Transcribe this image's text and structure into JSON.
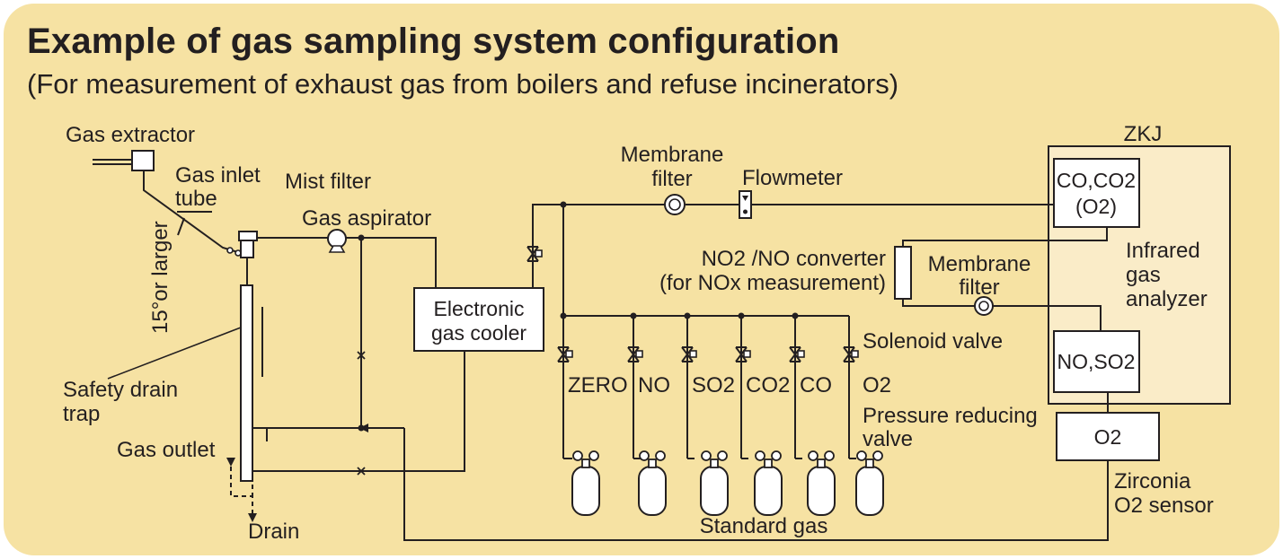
{
  "header": {
    "title": "Example of gas sampling system configuration",
    "subtitle": "(For measurement of exhaust gas from boilers and refuse incinerators)"
  },
  "labels": {
    "gas_extractor": "Gas extractor",
    "gas_inlet_tube_1": "Gas inlet",
    "gas_inlet_tube_2": "tube",
    "mist_filter": "Mist filter",
    "gas_aspirator": "Gas aspirator",
    "angle": "15°or larger",
    "safety_drain_trap_1": "Safety drain",
    "safety_drain_trap_2": "trap",
    "gas_outlet": "Gas outlet",
    "drain": "Drain",
    "electronic_gas_cooler_1": "Electronic",
    "electronic_gas_cooler_2": "gas cooler",
    "membrane_filter_top_1": "Membrane",
    "membrane_filter_top_2": "filter",
    "flowmeter": "Flowmeter",
    "converter_1": "NO2 /NO converter",
    "converter_2": "(for NOx measurement)",
    "membrane_filter_right_1": "Membrane",
    "membrane_filter_right_2": "filter",
    "solenoid_valve": "Solenoid valve",
    "pressure_reducing_valve_1": "Pressure reducing",
    "pressure_reducing_valve_2": "valve",
    "standard_gas": "Standard gas",
    "zkj": "ZKJ",
    "analyzer_top_1": "CO,CO2",
    "analyzer_top_2": "(O2)",
    "infrared_1": "Infrared",
    "infrared_2": "gas",
    "infrared_3": "analyzer",
    "analyzer_bottom": "NO,SO2",
    "o2_box": "O2",
    "zirconia_1": "Zirconia",
    "zirconia_2": "O2 sensor"
  },
  "gases": [
    "ZERO",
    "NO",
    "SO2",
    "CO2",
    "CO",
    "O2"
  ],
  "colors": {
    "background": "#f6e2a3",
    "analyzer_panel": "#faecc8",
    "line": "#231f20"
  }
}
